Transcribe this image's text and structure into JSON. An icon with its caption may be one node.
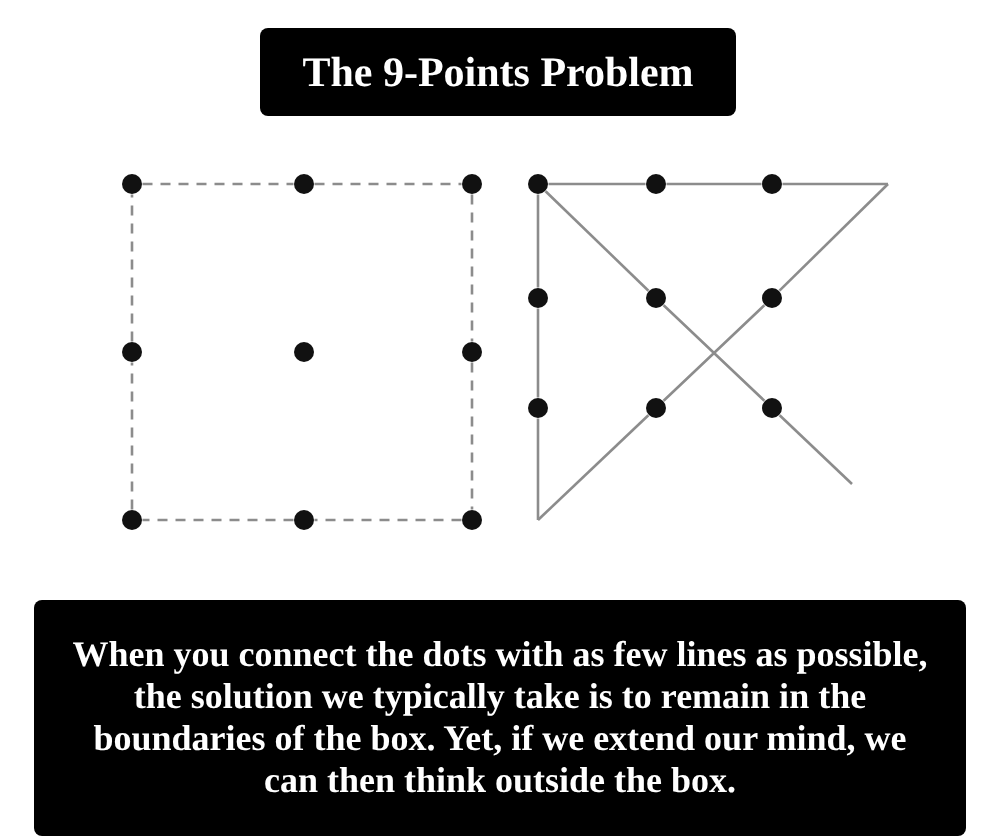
{
  "diagram": {
    "title": "The 9-Points Problem",
    "caption": "When you connect the dots with as few lines as possible, the solution we typically take is to remain in the boundaries of the box. Yet, if we extend our mind, we can then think outside the box.",
    "nodes": [
      {
        "text": [],
        "shape": "circle"
      },
      {
        "text": [],
        "shape": "circle"
      },
      {
        "text": [],
        "shape": "circle"
      },
      {
        "text": [],
        "shape": "circle"
      },
      {
        "text": [],
        "shape": "circle"
      },
      {
        "text": [],
        "shape": "circle"
      },
      {
        "text": [],
        "shape": "circle"
      },
      {
        "text": [],
        "shape": "circle"
      },
      {
        "text": [],
        "shape": "circle"
      },
      {
        "text": [],
        "shape": "circle"
      },
      {
        "text": [],
        "shape": "circle"
      },
      {
        "text": [],
        "shape": "circle"
      },
      {
        "text": [],
        "shape": "circle"
      },
      {
        "text": [],
        "shape": "circle"
      },
      {
        "text": [],
        "shape": "circle"
      },
      {
        "text": [],
        "shape": "circle"
      },
      {
        "text": [],
        "shape": "circle"
      },
      {
        "text": [],
        "shape": "circle"
      }
    ],
    "edges": [
      {
        "from": 0,
        "to": 1,
        "arrow": "none",
        "style": "dashed"
      },
      {
        "from": 1,
        "to": 2,
        "arrow": "none",
        "style": "dashed"
      },
      {
        "from": 2,
        "to": 5,
        "arrow": "none",
        "style": "dashed"
      },
      {
        "from": 5,
        "to": 8,
        "arrow": "none",
        "style": "dashed"
      },
      {
        "from": 8,
        "to": 7,
        "arrow": "none",
        "style": "dashed"
      },
      {
        "from": 7,
        "to": 6,
        "arrow": "none",
        "style": "dashed"
      },
      {
        "from": 6,
        "to": 3,
        "arrow": "none",
        "style": "dashed"
      },
      {
        "from": 3,
        "to": 0,
        "arrow": "none",
        "style": "dashed"
      },
      {
        "from": 9,
        "to": 10,
        "arrow": "none"
      },
      {
        "from": 10,
        "to": 11,
        "arrow": "none"
      },
      {
        "from": 11,
        "to": null,
        "arrow": "none"
      },
      {
        "from": null,
        "to": 14,
        "arrow": "none"
      },
      {
        "from": 14,
        "to": 16,
        "arrow": "none"
      },
      {
        "from": 16,
        "to": null,
        "arrow": "none"
      },
      {
        "from": null,
        "to": 15,
        "arrow": "none"
      },
      {
        "from": 15,
        "to": 12,
        "arrow": "none"
      },
      {
        "from": 12,
        "to": 9,
        "arrow": "none"
      },
      {
        "from": 9,
        "to": 13,
        "arrow": "none"
      },
      {
        "from": 13,
        "to": 17,
        "arrow": "none"
      },
      {
        "from": 17,
        "to": null,
        "arrow": "none"
      }
    ]
  }
}
